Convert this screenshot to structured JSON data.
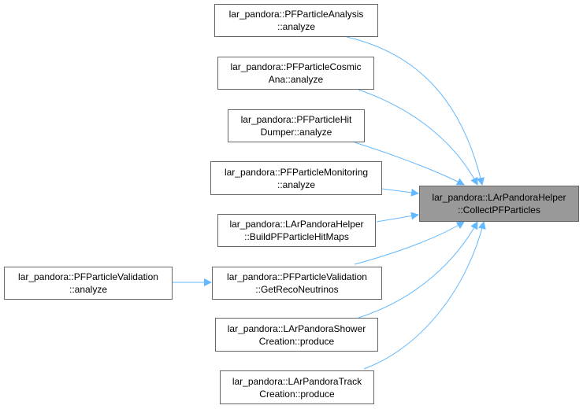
{
  "graph": {
    "target": {
      "line1": "lar_pandora::LArPandoraHelper",
      "line2": "::CollectPFParticles"
    },
    "callers": [
      {
        "line1": "lar_pandora::PFParticleAnalysis",
        "line2": "::analyze"
      },
      {
        "line1": "lar_pandora::PFParticleCosmic",
        "line2": "Ana::analyze"
      },
      {
        "line1": "lar_pandora::PFParticleHit",
        "line2": "Dumper::analyze"
      },
      {
        "line1": "lar_pandora::PFParticleMonitoring",
        "line2": "::analyze"
      },
      {
        "line1": "lar_pandora::LArPandoraHelper",
        "line2": "::BuildPFParticleHitMaps"
      },
      {
        "line1": "lar_pandora::PFParticleValidation",
        "line2": "::GetRecoNeutrinos"
      },
      {
        "line1": "lar_pandora::LArPandoraShower",
        "line2": "Creation::produce"
      },
      {
        "line1": "lar_pandora::LArPandoraTrack",
        "line2": "Creation::produce"
      }
    ],
    "outer_caller": {
      "line1": "lar_pandora::PFParticleValidation",
      "line2": "::analyze"
    },
    "colors": {
      "edge": "#63b8ff",
      "node_border": "#666666",
      "target_fill": "#999999"
    }
  }
}
